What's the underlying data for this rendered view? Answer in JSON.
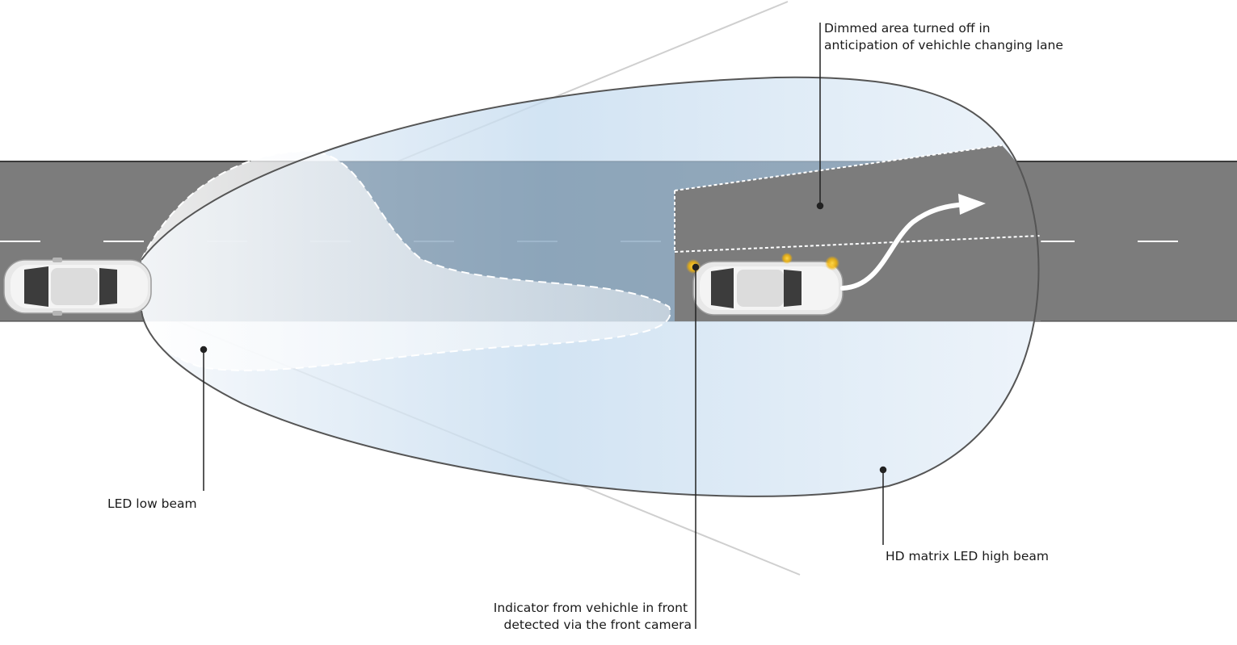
{
  "labels": {
    "dimmed_area": [
      "Dimmed area turned off in",
      "anticipation of vehichle changing lane"
    ],
    "low_beam": [
      "LED low beam"
    ],
    "high_beam": [
      "HD matrix LED high beam"
    ],
    "indicator": [
      "Indicator from vehichle in front",
      "detected via the front camera"
    ]
  },
  "colors": {
    "road": "#7c7c7c",
    "road_edge": "#3a3a3a",
    "lane_marking": "#ffffff",
    "beam_light": "#dbe8f4",
    "beam_mid": "#b9d3ea",
    "beam_outline": "#555555",
    "dimmed_overlay": "#6f6f6f",
    "car_body": "#eeeeee",
    "indicator_glow": "#f7b500",
    "leader_line": "#222222"
  },
  "icons": {
    "ego_car": "car-top-view-icon",
    "lead_car": "car-top-view-icon",
    "lane_change_arrow": "curved-arrow-icon",
    "turn_indicator": "turn-signal-glow-icon"
  }
}
